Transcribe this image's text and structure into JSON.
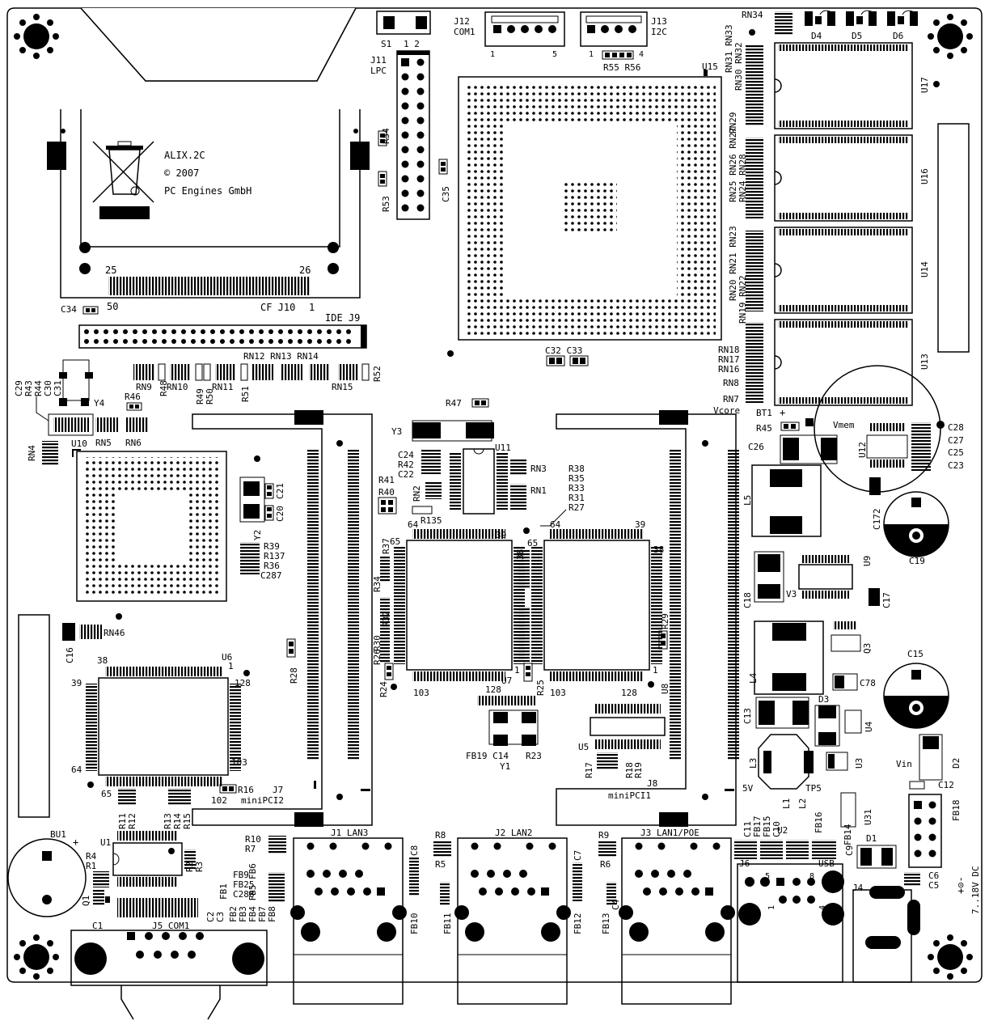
{
  "board_text": {
    "name": "ALIX.2C",
    "copyright": "© 2007",
    "vendor": "PC Engines GmbH"
  },
  "connectors": {
    "s1": "S1",
    "s1_pins": "1  2",
    "j12": "J12",
    "j12_sub": "COM1",
    "j12_pin1": "1",
    "j12_pin5": "5",
    "j13": "J13",
    "j13_sub": "I2C",
    "j13_pin1": "1",
    "j13_pin4": "4",
    "j11": "J11",
    "j11_sub": "LPC",
    "cf": "CF J10",
    "cf_pin1": "1",
    "cf_pin25": "25",
    "cf_pin26": "26",
    "cf_pin50": "50",
    "ide": "IDE J9",
    "j7": "J7",
    "j7_sub": "miniPCI2",
    "j7_pin": "102",
    "j8": "J8",
    "j8_sub": "miniPCI1",
    "j1": "J1 LAN3",
    "j2": "J2 LAN2",
    "j3": "J3   LAN1/POE",
    "j5": "J5 COM1",
    "j6": "J6",
    "usb": "USB",
    "j4": "J4",
    "power": "7..18V DC",
    "vin": "Vin",
    "v5": "5V",
    "vcore": "Vcore",
    "vmem": "Vmem",
    "v3": "V3"
  },
  "chips": {
    "u15": "U15",
    "u17": "U17",
    "u16": "U16",
    "u14": "U14",
    "u13": "U13",
    "u10": "U10",
    "u6": "U6",
    "u6_pins": [
      "38",
      "1",
      "39",
      "128",
      "64",
      "103",
      "65",
      "102"
    ],
    "u7": "U7",
    "u7_pins": [
      "64",
      "39",
      "65",
      "38",
      "1",
      "103",
      "128"
    ],
    "u8": "U8",
    "u8_pins": [
      "64",
      "39",
      "65",
      "38",
      "1",
      "103",
      "128"
    ],
    "u11": "U11",
    "u12": "U12",
    "u9": "U9",
    "u5": "U5",
    "u1": "U1",
    "u2": "U2",
    "u3": "U3",
    "u4": "U4",
    "u31": "U31"
  },
  "components": {
    "resistors_top": [
      "R55 R56",
      "R54",
      "R53",
      "C35"
    ],
    "rn_right": [
      "RN34",
      "RN33",
      "RN32",
      "RN31",
      "RN30",
      "RN29",
      "RN28",
      "RN27",
      "RN26",
      "RN25",
      "RN24",
      "RN23",
      "RN22",
      "RN21",
      "RN20",
      "RN19",
      "RN18",
      "RN17",
      "RN16",
      "RN8",
      "RN7"
    ],
    "leds": [
      "D4",
      "D5",
      "D6"
    ],
    "rn_row": [
      "RN9",
      "RN10",
      "RN11",
      "RN12 RN13 RN14",
      "RN15",
      "R52",
      "R48",
      "R49",
      "R50",
      "R51"
    ],
    "left_group": [
      "C29",
      "R43",
      "R44",
      "C30",
      "C31",
      "Y4",
      "R46",
      "RN5",
      "RN6",
      "RN4",
      "C34"
    ],
    "mid_group": [
      "R47",
      "Y3",
      "C24",
      "R42",
      "C22",
      "RN3",
      "RN1",
      "RN2",
      "R41",
      "R40",
      "R135",
      "R38",
      "R35",
      "R33",
      "R31",
      "R27",
      "R37",
      "R34",
      "R32",
      "R30",
      "R26",
      "R24",
      "R25",
      "R29",
      "R28"
    ],
    "xtal_group": [
      "Y2",
      "C21",
      "C20",
      "R39",
      "R137",
      "R36",
      "C287",
      "RN46",
      "C16",
      "R16",
      "R11",
      "R12",
      "R13",
      "R14",
      "R15"
    ],
    "y1_group": [
      "FB19",
      "C14",
      "R23",
      "Y1",
      "R17",
      "R18",
      "R19"
    ],
    "caps_mid": [
      "C32",
      "C33"
    ],
    "power_group": [
      "BT1",
      "R45",
      "C26",
      "C28",
      "C27",
      "C25",
      "C23",
      "L5",
      "C172",
      "C19",
      "C18",
      "C17",
      "C15",
      "Q3",
      "L4",
      "C78",
      "C13",
      "D3",
      "L3",
      "D2",
      "C12",
      "TP5",
      "FB18",
      "C11",
      "FB17",
      "FB15",
      "C10",
      "L1",
      "L2",
      "FB16",
      "FB14",
      "C9",
      "D1",
      "C6",
      "C5"
    ],
    "lan_group": [
      "R10",
      "R7",
      "R8",
      "R5",
      "R9",
      "R6",
      "C8",
      "C7",
      "FB10",
      "FB11",
      "FB12",
      "FB13",
      "C4"
    ],
    "com_group": [
      "BU1",
      "R4",
      "R1",
      "Q1",
      "R2",
      "R3",
      "C1",
      "C2",
      "C3",
      "FB1",
      "FB2",
      "FB3",
      "FB4",
      "FB5",
      "FB6",
      "FB7",
      "FB8",
      "FB9",
      "FB25",
      "C288"
    ]
  }
}
